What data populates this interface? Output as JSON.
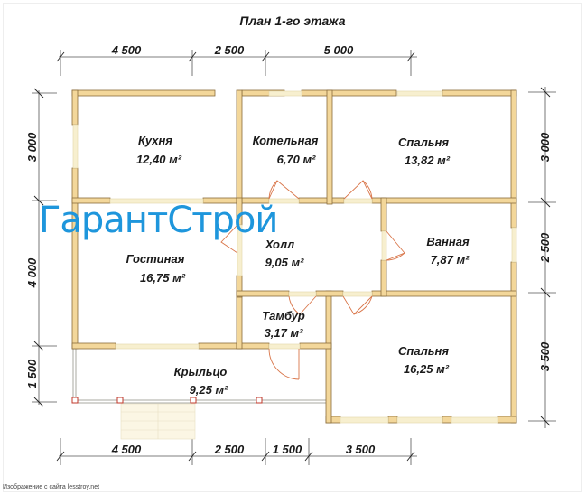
{
  "title": "План 1-го этажа",
  "watermark": "ГарантСтрой",
  "credit": "Изображение с сайта lesstroy.net",
  "dimensions": {
    "top": [
      "4 500",
      "2 500",
      "5 000"
    ],
    "bottom": [
      "4 500",
      "2 500",
      "1 500",
      "3 500"
    ],
    "left": [
      "3 000",
      "4 000",
      "1 500"
    ],
    "right": [
      "3 000",
      "2 500",
      "3 500"
    ]
  },
  "rooms": [
    {
      "name": "Кухня",
      "area": "12,40 м²"
    },
    {
      "name": "Котельная",
      "area": "6,70 м²"
    },
    {
      "name": "Спальня",
      "area": "13,82 м²"
    },
    {
      "name": "Холл",
      "area": "9,05 м²"
    },
    {
      "name": "Ванная",
      "area": "7,87 м²"
    },
    {
      "name": "Гостиная",
      "area": "16,75 м²"
    },
    {
      "name": "Тамбур",
      "area": "3,17 м²"
    },
    {
      "name": "Спальня",
      "area": "16,25 м²"
    },
    {
      "name": "Крыльцо",
      "area": "9,25 м²"
    }
  ],
  "colors": {
    "wall_fill": "#f3d79a",
    "wall_edge": "#8a6d3b",
    "window": "#f7efcf",
    "door_swing": "#d9764a",
    "watermark": "#1e96dc",
    "porch_post": "#c0392b"
  }
}
